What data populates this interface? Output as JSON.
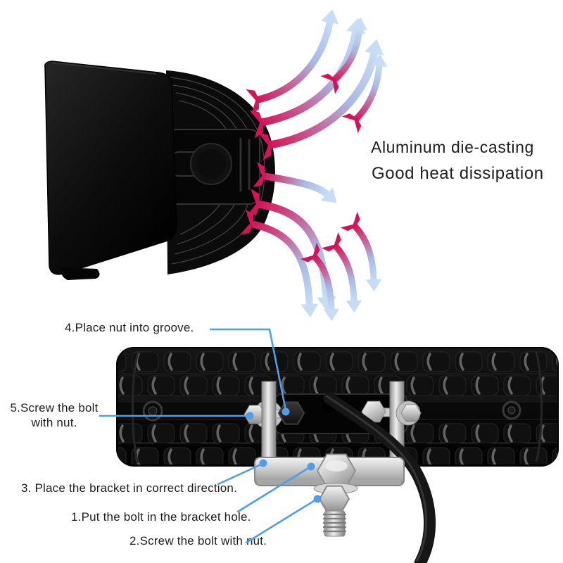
{
  "annotations": {
    "heading_line1": "Aluminum die-casting",
    "heading_line2": "Good heat dissipation",
    "step1": "1.Put the bolt in the bracket hole.",
    "step2": "2.Screw the bolt with nut.",
    "step3": "3. Place the bracket in correct direction.",
    "step4": "4.Place nut into groove.",
    "step5_line1": "5.Screw the bolt",
    "step5_line2": "with nut."
  },
  "palette": {
    "background": "#ffffff",
    "text": "#1e1e1e",
    "callout_blue": "#4f9ee9",
    "arrow_red": "#d41459",
    "arrow_blue": "#c6ddf5",
    "product_black": "#0b0b0b",
    "metal_silver": "#d9d9d9"
  }
}
